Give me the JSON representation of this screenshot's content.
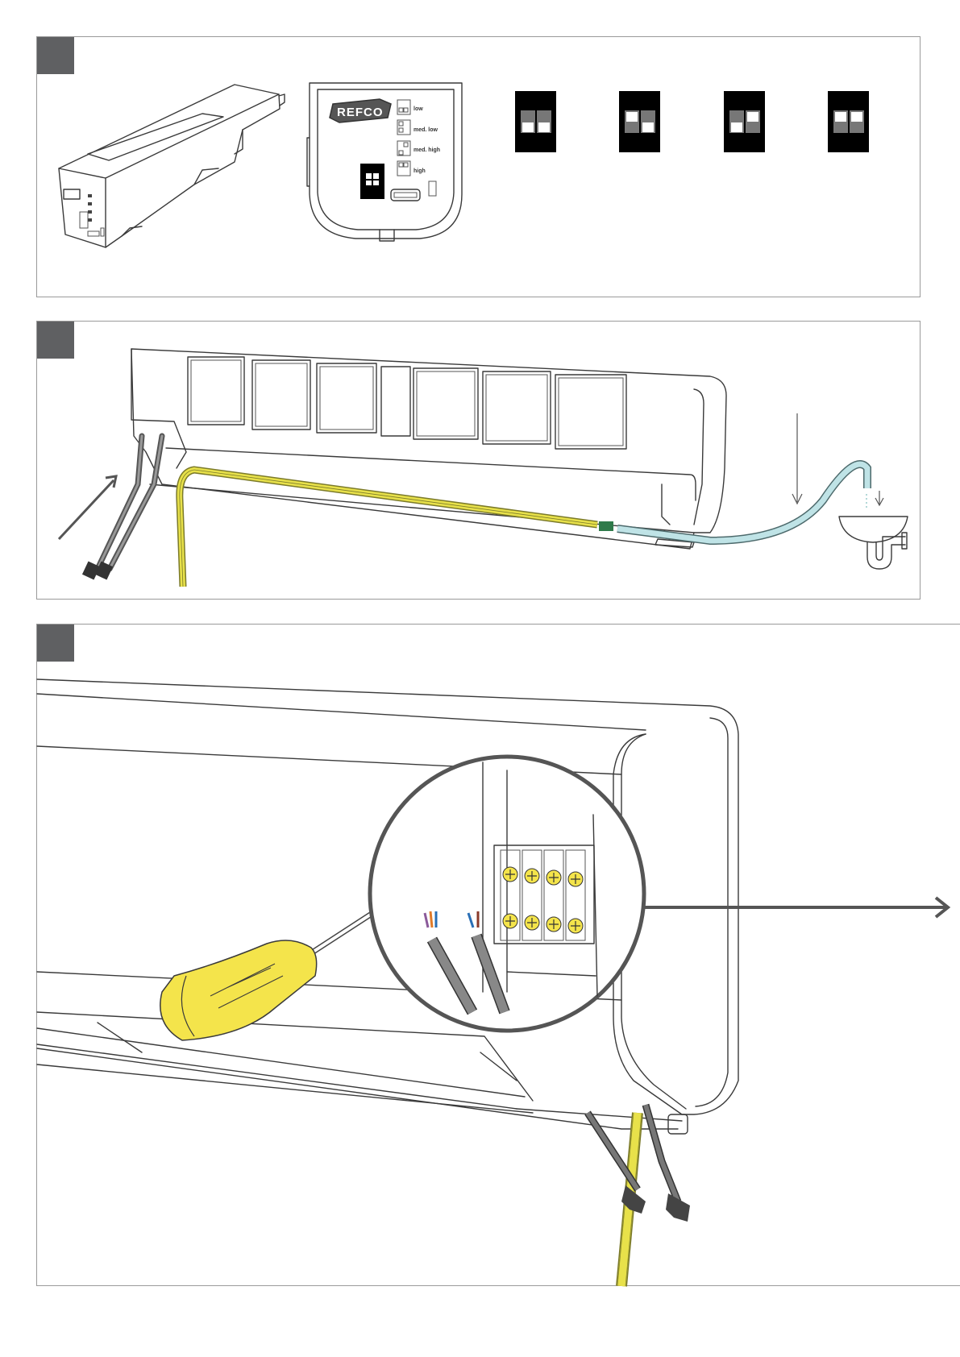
{
  "page": {
    "background": "#ffffff",
    "accent_colors": {
      "step_tab": "#5f6062",
      "pipe": "#bfe3e6",
      "cable_yellow": "#e8e14a",
      "screwdriver": "#f4e44b"
    }
  },
  "step1": {
    "logo": "REFCO",
    "speed_labels": [
      "low",
      "med. low",
      "med. high",
      "high"
    ],
    "dip_switch_settings": [
      "low",
      "med. low",
      "med. high",
      "high"
    ]
  },
  "step2": {
    "items": [
      "pump-unit",
      "power-cables",
      "signal-cable",
      "drain-pipe",
      "sink-trap"
    ]
  },
  "step3": {
    "items": [
      "terminal-block",
      "screwdriver",
      "cables"
    ]
  }
}
